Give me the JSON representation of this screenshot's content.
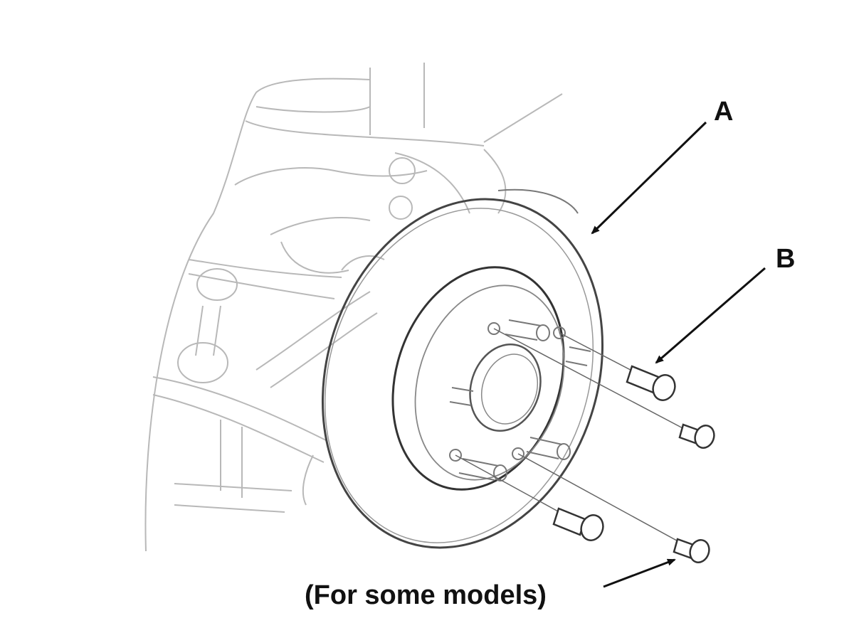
{
  "labels": {
    "a": "A",
    "b": "B",
    "note": "(For some models)"
  },
  "colors": {
    "background": "#ffffff",
    "ink": "#111111",
    "faint_line": "#b8b8b8",
    "part_line": "#5a5a5a"
  }
}
